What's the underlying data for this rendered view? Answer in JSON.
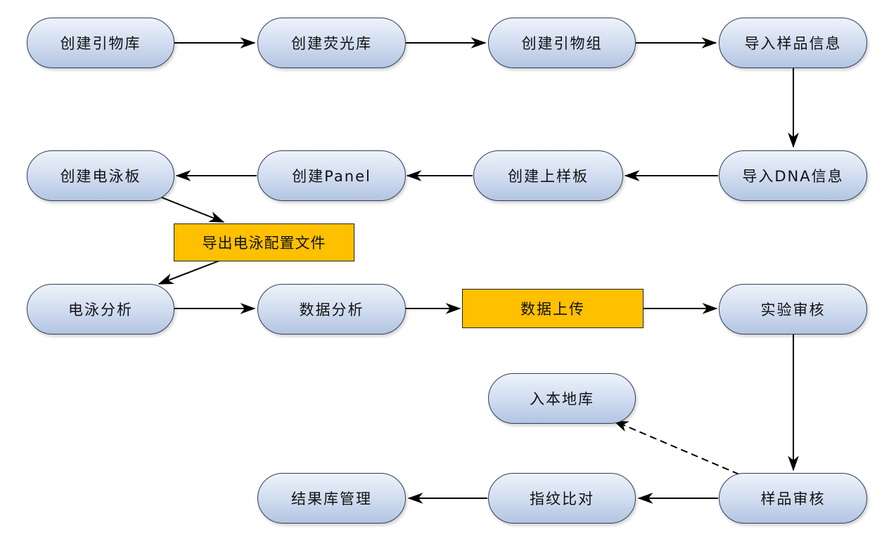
{
  "nodes": {
    "create_primer_lib": "创建引物库",
    "create_fluor_lib": "创建荧光库",
    "create_primer_group": "创建引物组",
    "import_sample_info": "导入样品信息",
    "create_ep_plate": "创建电泳板",
    "create_panel": "创建Panel",
    "create_loading_plate": "创建上样板",
    "import_dna_info": "导入DNA信息",
    "export_ep_config": "导出电泳配置文件",
    "ep_analysis": "电泳分析",
    "data_analysis": "数据分析",
    "data_upload": "数据上传",
    "experiment_review": "实验审核",
    "local_lib_entry": "入本地库",
    "sample_review": "样品审核",
    "fingerprint_compare": "指纹比对",
    "result_lib_manage": "结果库管理"
  },
  "colors": {
    "node_fill_top": "#eef3fb",
    "node_fill_bottom": "#b3c5e2",
    "node_border": "#2f3e5a",
    "highlight_fill": "#ffc000",
    "arrow": "#000000"
  }
}
